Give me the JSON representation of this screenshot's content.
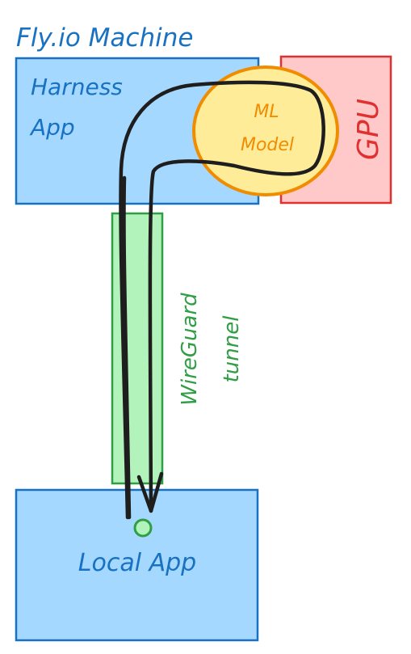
{
  "title": "Fly.io Machine",
  "harness_app": {
    "line1": "Harness",
    "line2": "App"
  },
  "ml_model": {
    "line1": "ML",
    "line2": "Model"
  },
  "gpu": {
    "label": "GPU"
  },
  "tunnel": {
    "line1": "WireGuard",
    "line2": "tunnel"
  },
  "local_app": {
    "label": "Local App"
  },
  "colors": {
    "blue_fill": "#a5d8ff",
    "blue_stroke": "#1971c2",
    "red_fill": "#ffc9c9",
    "red_stroke": "#e03131",
    "yellow_fill": "#ffec99",
    "orange_stroke": "#f08c00",
    "green_fill": "#b2f2bb",
    "green_stroke": "#2f9e44",
    "arrow": "#1e1e1e"
  }
}
